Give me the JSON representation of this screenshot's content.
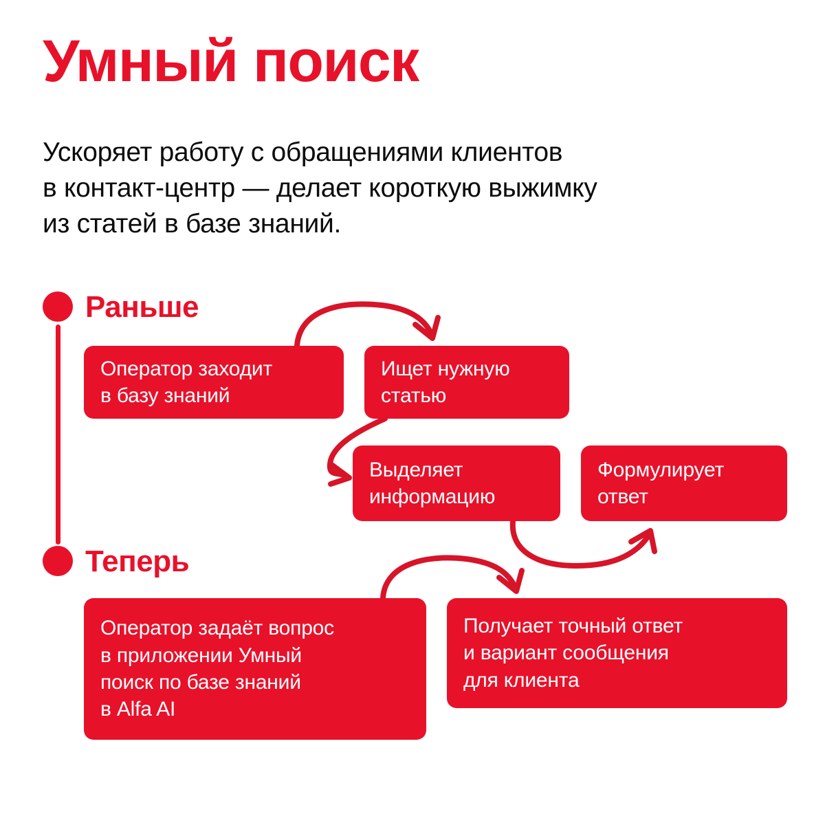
{
  "title": "Умный поиск",
  "subtitle": {
    "lines": [
      "Ускоряет работу с обращениями клиентов",
      "в контакт-центр — делает короткую выжимку",
      "из статей в базе знаний."
    ]
  },
  "stages": {
    "before": {
      "label": "Раньше"
    },
    "now": {
      "label": "Теперь"
    }
  },
  "boxes": {
    "box1": {
      "lines": [
        "Оператор заходит",
        "в базу знаний"
      ]
    },
    "box2": {
      "lines": [
        "Ищет нужную",
        "статью"
      ]
    },
    "box3": {
      "lines": [
        "Выделяет",
        "информацию"
      ]
    },
    "box4": {
      "lines": [
        "Формулирует",
        "ответ"
      ]
    },
    "box5": {
      "lines": [
        "Оператор задаёт вопрос",
        "в приложении Умный",
        "поиск по базе знаний",
        "в Alfa AI"
      ]
    },
    "box6": {
      "lines": [
        "Получает точный ответ",
        "и вариант сообщения",
        "для клиента"
      ]
    }
  },
  "colors": {
    "brand_red": "#e8112a",
    "text_dark": "#0c0c0c",
    "background": "#ffffff",
    "box_text": "#ffffff"
  },
  "icons": {
    "bullet_before": "circle-bullet-icon",
    "bullet_now": "circle-bullet-icon",
    "arrow_1": "curved-arrow-icon",
    "arrow_2": "curved-arrow-icon",
    "arrow_3": "curved-arrow-icon",
    "arrow_4": "curved-arrow-icon"
  }
}
